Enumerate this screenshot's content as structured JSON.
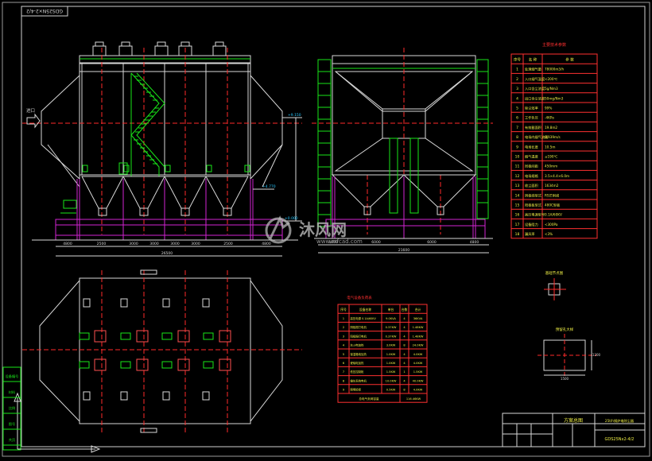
{
  "drawing": {
    "rotated_code": "GDS25N×2-4/2",
    "title_block": {
      "plan_title": "方案总图",
      "company": "25t/h锅炉电除尘器",
      "drawing_no": "GDS25Nx2-4/2"
    },
    "watermark": {
      "brand": "沐风网",
      "url": "www.mfcad.com"
    },
    "inlet_label": "进口",
    "side_tags": [
      "设备编号",
      "材料",
      "比例",
      "图号",
      "共页"
    ],
    "front_dims": {
      "segments": [
        "4800",
        "2500",
        "3000",
        "3000",
        "3000",
        "3000",
        "2500",
        "4800"
      ],
      "total": "26500",
      "levels": [
        "+9.150",
        "+4.770",
        "+0.000"
      ]
    },
    "side_dims": {
      "segments": [
        "4800",
        "6000",
        "6000",
        "4800"
      ],
      "total": "21600"
    }
  },
  "params_table": {
    "title": "主要技术参数",
    "headers": [
      "序号",
      "名 称",
      "参 数"
    ],
    "rows": [
      [
        "1",
        "处理烟气量",
        "78000m3/h"
      ],
      [
        "2",
        "入口烟气温度",
        "<200℃"
      ],
      [
        "3",
        "入口含尘浓度",
        "5g/Nm3"
      ],
      [
        "4",
        "出口含尘浓度",
        "50mg/Nm3"
      ],
      [
        "5",
        "除尘效率",
        "99%"
      ],
      [
        "6",
        "工作负压",
        "-4KPa"
      ],
      [
        "7",
        "有效截面积",
        "19.8m2"
      ],
      [
        "8",
        "电场内烟气流速",
        "0.939m/s"
      ],
      [
        "9",
        "电场长度",
        "10.5m"
      ],
      [
        "10",
        "烟气温度",
        "≤190℃"
      ],
      [
        "11",
        "同极间距",
        "450mm"
      ],
      [
        "12",
        "电场规格",
        "3.5×4.4×6.0m"
      ],
      [
        "13",
        "收尘面积",
        "1634m2"
      ],
      [
        "14",
        "阴极线型式",
        "RS芒刺线"
      ],
      [
        "15",
        "阳极板型式",
        "480C型板"
      ],
      [
        "16",
        "高压电源型号",
        "0.1A/60KV"
      ],
      [
        "17",
        "设备阻力",
        "<300Pa"
      ],
      [
        "18",
        "漏风率",
        "<3%"
      ]
    ]
  },
  "electric_table": {
    "title": "电气设备负荷表",
    "headers": [
      "序号",
      "设备名称",
      "单台",
      "台数",
      "合计"
    ],
    "rows": [
      [
        "1",
        "高压电源 0.1A/60KV",
        "9.0KVA",
        "4",
        "36KVA"
      ],
      [
        "2",
        "阴极振打电机",
        "0.37KW",
        "4",
        "1.48KW"
      ],
      [
        "3",
        "阳极振打电机",
        "0.37KW",
        "4",
        "1.48KW"
      ],
      [
        "4",
        "灰斗电加热",
        "3.0KW",
        "8",
        "24.0KW"
      ],
      [
        "5",
        "保温箱电加热",
        "1.0KW",
        "4",
        "4.0KW"
      ],
      [
        "6",
        "瓷轴电加热",
        "1.0KW",
        "4",
        "4.0KW"
      ],
      [
        "7",
        "低压控制柜",
        "1.5KW",
        "1",
        "1.5KW"
      ],
      [
        "8",
        "输灰系统电机",
        "10.0KW",
        "4",
        "40.0KW"
      ],
      [
        "9",
        "照明检修",
        "0.5KW",
        "8",
        "4.0KW"
      ]
    ],
    "total_label": "总电气负荷容量",
    "total_value": "116.46KW"
  },
  "detail_small": {
    "label": "基础节点图"
  },
  "detail_large": {
    "label": "预留孔大样",
    "dims": [
      "1500",
      "1200"
    ]
  },
  "colors": {
    "line": "#d8d8d8",
    "steel": "#19e619",
    "guide": "#ff2a2a",
    "table": "#ff3030",
    "base": "#d223d2",
    "dim": "#28c8ff",
    "text_yellow": "#f0f046"
  }
}
